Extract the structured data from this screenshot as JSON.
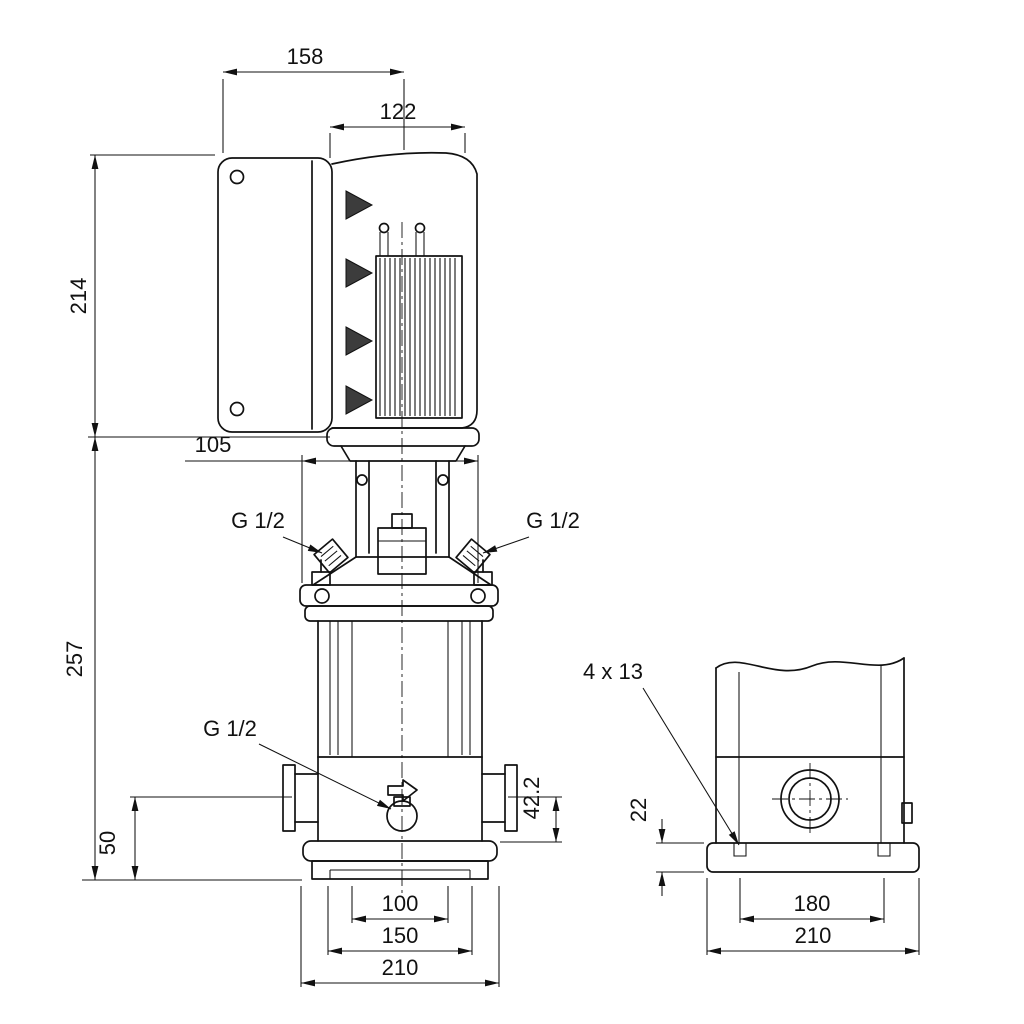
{
  "colors": {
    "line": "#111111",
    "background": "#ffffff"
  },
  "main_view": {
    "dim_terminal_box_width": "158",
    "dim_motor_width": "122",
    "dim_motor_height": "214",
    "dim_head_width": "105",
    "dim_pump_height": "257",
    "label_port_top_left": "G 1/2",
    "label_port_top_right": "G 1/2",
    "label_port_drain": "G 1/2",
    "dim_port_to_base_bottom": "50",
    "dim_port_to_base_plate": "42.2",
    "dim_base_100": "100",
    "dim_base_150": "150",
    "dim_base_210": "210"
  },
  "end_view": {
    "label_bolt_holes": "4 x 13",
    "dim_plate_height": "22",
    "dim_hole_spacing": "180",
    "dim_plate_length": "210"
  }
}
